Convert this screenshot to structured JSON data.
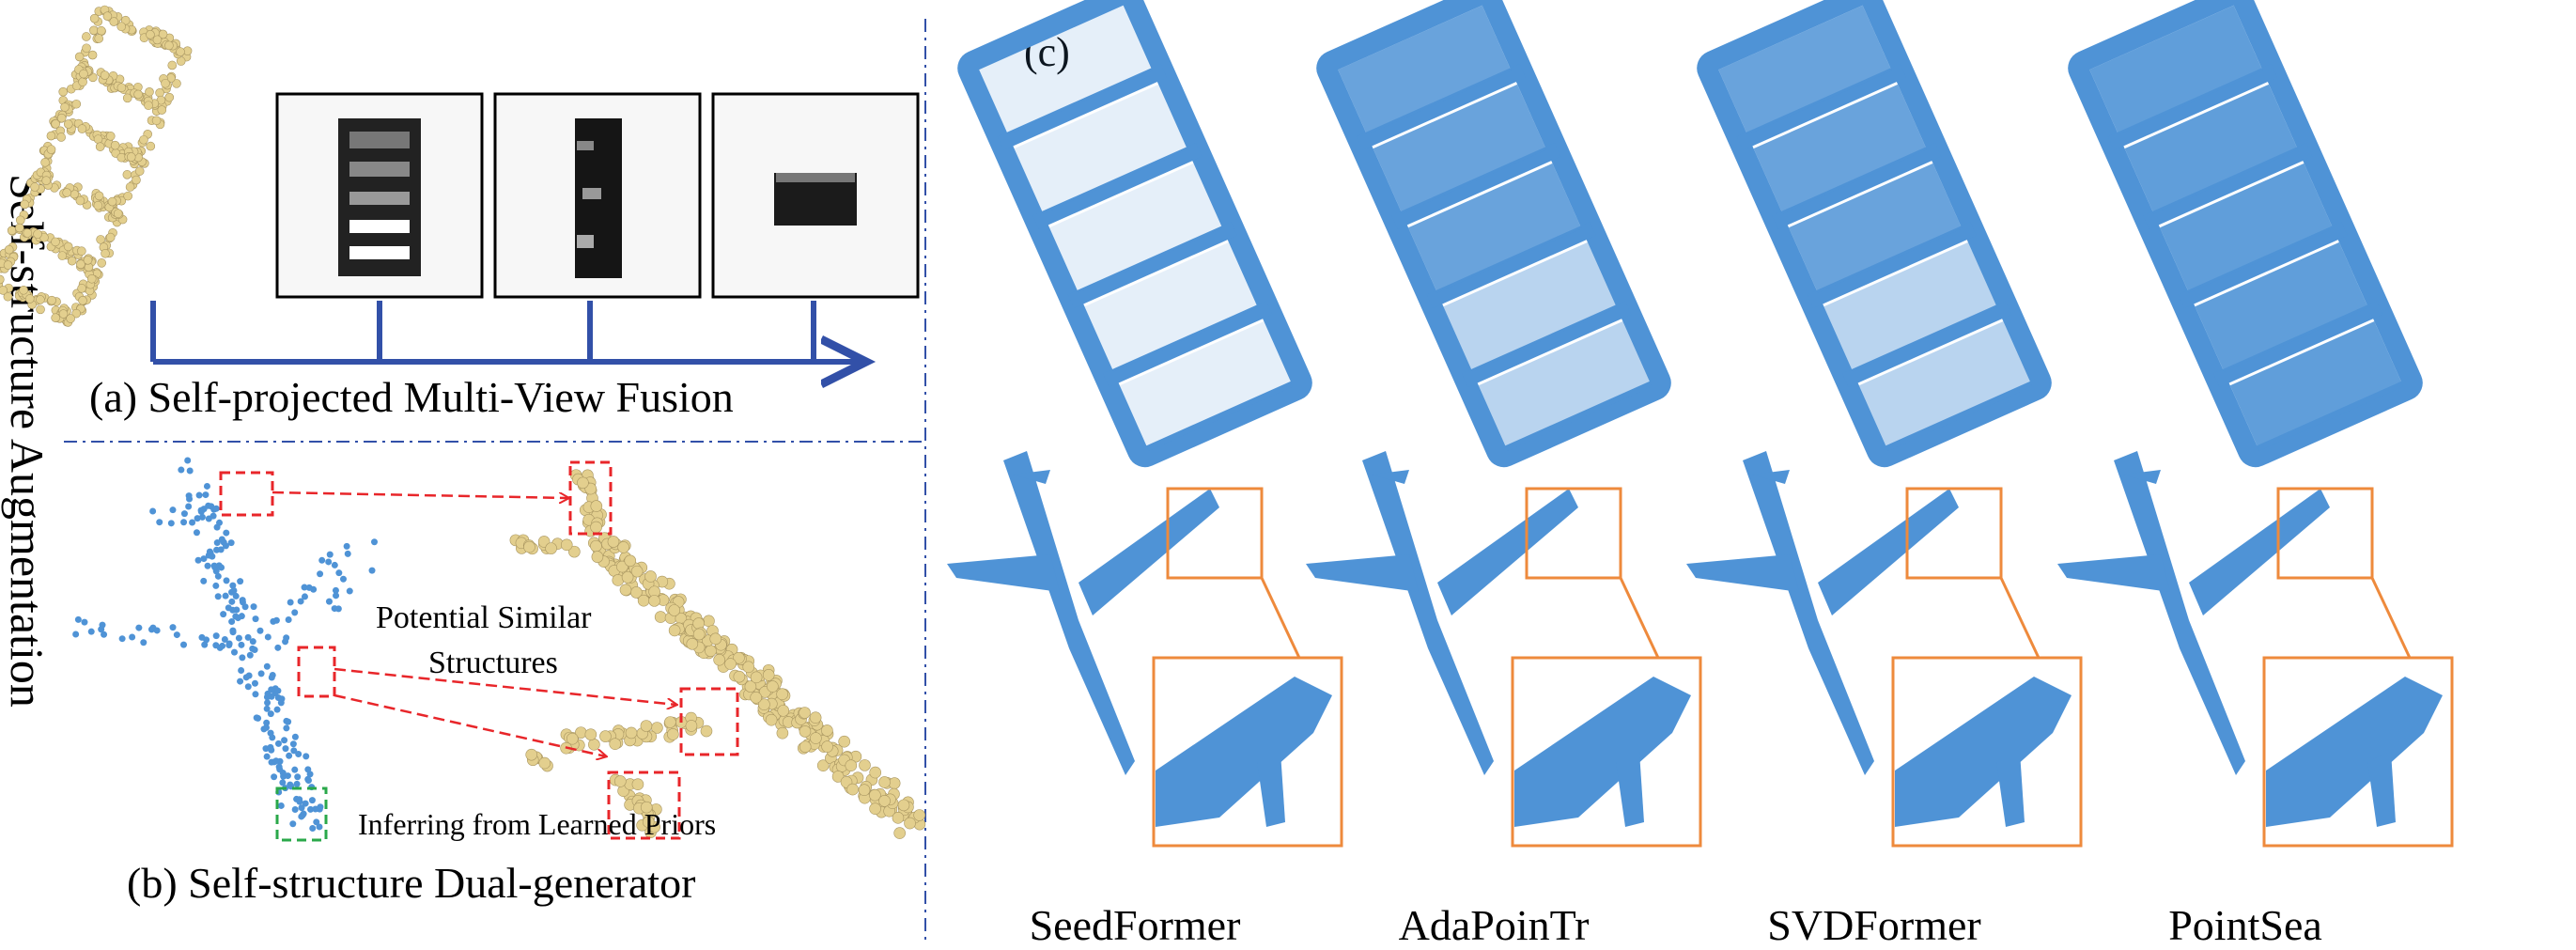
{
  "side_label": "Self-structure Augmentation",
  "panel_a": {
    "caption": "(a) Self-projected Multi-View Fusion"
  },
  "panel_b": {
    "caption": "(b) Self-structure Dual-generator",
    "annotation_similar_line1": "Potential Similar",
    "annotation_similar_line2": "Structures",
    "annotation_priors": "Inferring from Learned Priors"
  },
  "panel_c": {
    "label": "(c)",
    "methods": [
      "SeedFormer",
      "AdaPoinTr",
      "SVDFormer",
      "PointSea"
    ]
  },
  "colors": {
    "point_blue": "#4f93d6",
    "point_gold": "#e3cf8e",
    "arrow_blue": "#3250a8",
    "dash_red": "#e8262a",
    "dash_green": "#2aa84a",
    "zoom_orange": "#ee8a3c"
  }
}
